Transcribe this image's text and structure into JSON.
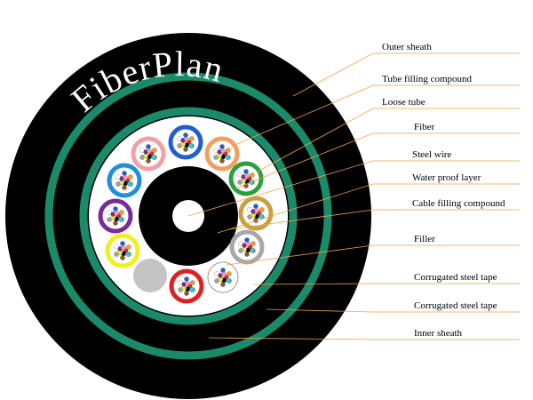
{
  "brand": {
    "text": "FiberPlan"
  },
  "colors": {
    "sheath": "#000000",
    "steel_tape": "#1b8a6b",
    "core_fill": "#ffffff",
    "steel_wire": "#ffffff",
    "filler": "#c4c4c4",
    "leader": "#f0a040",
    "text_on_dark": "#ffffff"
  },
  "labels": [
    {
      "id": "outer-sheath",
      "text": "Outer sheath"
    },
    {
      "id": "tube-filling-compound",
      "text": "Tube filling compound"
    },
    {
      "id": "loose-tube",
      "text": "Loose tube"
    },
    {
      "id": "fiber",
      "text": "Fiber"
    },
    {
      "id": "steel-wire",
      "text": "Steel wire"
    },
    {
      "id": "water-proof-layer",
      "text": "Water proof layer"
    },
    {
      "id": "cable-filling-compound",
      "text": "Cable filling compound"
    },
    {
      "id": "filler",
      "text": "Filler"
    },
    {
      "id": "corrugated-steel-tape-1",
      "text": "Corrugated steel tape"
    },
    {
      "id": "corrugated-steel-tape-2",
      "text": "Corrugated steel tape"
    },
    {
      "id": "inner-sheath",
      "text": "Inner sheath"
    }
  ],
  "tubes": [
    {
      "color": "#f2a0a8"
    },
    {
      "color": "#1f5fd0"
    },
    {
      "color": "#f0a060"
    },
    {
      "color": "#2aa040"
    },
    {
      "color": "#c8a040"
    },
    {
      "color": "#a8a8a8"
    },
    {
      "color": "#ffffff"
    },
    {
      "color": "#e02020"
    },
    {
      "color": "#f0f020"
    },
    {
      "color": "#7a2a9a"
    },
    {
      "color": "#1e90d8"
    }
  ],
  "fiber_colors": [
    "#1f5fd0",
    "#f0a030",
    "#2aa040",
    "#8a5a2a",
    "#a0a0a0",
    "#ffffff",
    "#e02020",
    "#000000",
    "#f0f020",
    "#7a2a9a",
    "#f2a0b8",
    "#40c8d8"
  ]
}
